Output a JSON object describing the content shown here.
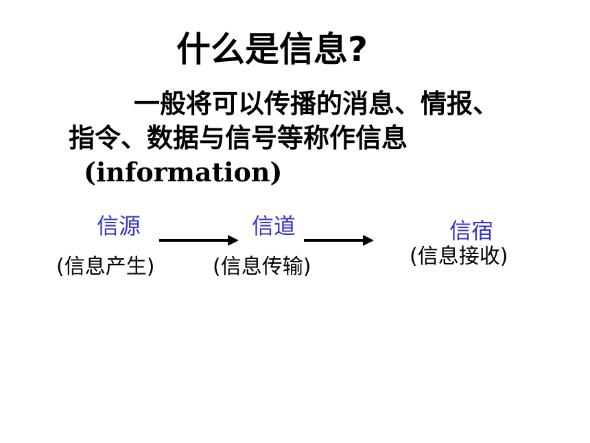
{
  "slide": {
    "title": "什么是信息?",
    "definition": {
      "line1": "一般将可以传播的消息、情报、",
      "line2": "指令、数据与信号等称作信息",
      "line3": "(information)"
    }
  },
  "diagram": {
    "nodes": [
      {
        "label": "信源",
        "desc": "(信息产生)"
      },
      {
        "label": "信道",
        "desc": "(信息传输)"
      },
      {
        "label": "信宿",
        "desc": "(信息接收)"
      }
    ],
    "colors": {
      "label": "#3333cc",
      "arrow": "#000000"
    }
  }
}
